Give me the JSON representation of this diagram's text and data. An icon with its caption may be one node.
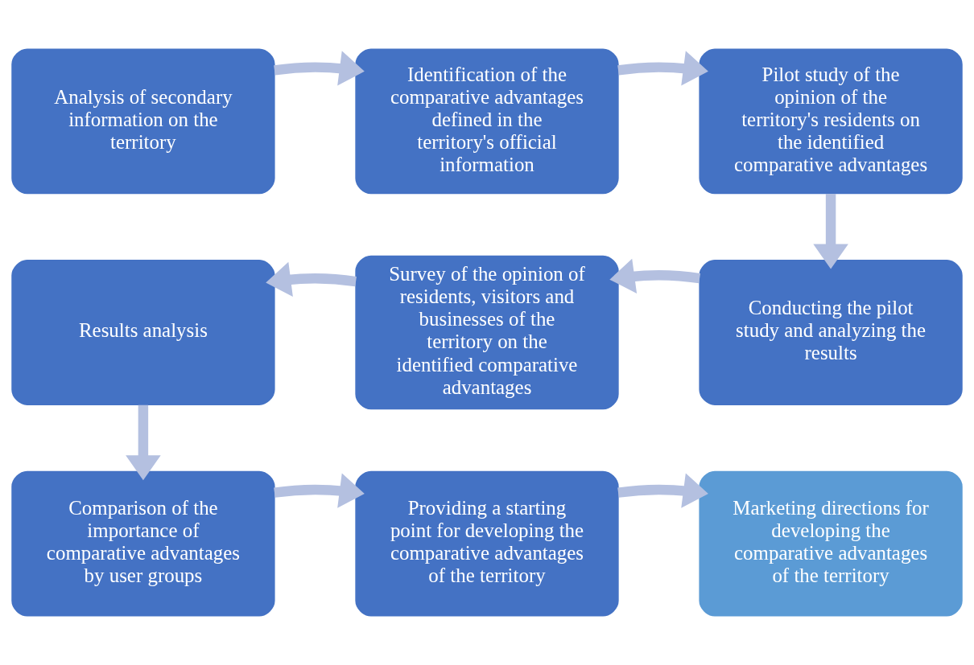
{
  "diagram": {
    "nodes": [
      {
        "text": [
          "Analysis of secondary information on the territory"
        ]
      },
      {
        "text": [
          "Identification of the comparative advantages defined in the territory's official information"
        ]
      },
      {
        "text": [
          "Pilot study of the opinion of the territory's residents on the identified comparative advantages"
        ]
      },
      {
        "text": [
          "Results analysis"
        ]
      },
      {
        "text": [
          "Survey of the opinion of residents, visitors and businesses of the territory on the identified comparative advantages"
        ]
      },
      {
        "text": [
          "Conducting the pilot study and analyzing the results"
        ]
      },
      {
        "text": [
          "Comparison of the importance of comparative advantages by user groups"
        ]
      },
      {
        "text": [
          "Providing a starting point for developing the comparative advantages of the territory"
        ]
      },
      {
        "text": [
          "Marketing directions for developing the comparative advantages of the territory"
        ]
      }
    ],
    "edges": [
      {
        "from": 0,
        "to": 1,
        "arrow": "to"
      },
      {
        "from": 1,
        "to": 2,
        "arrow": "to"
      },
      {
        "from": 2,
        "to": 5,
        "arrow": "to"
      },
      {
        "from": 5,
        "to": 4,
        "arrow": "to"
      },
      {
        "from": 4,
        "to": 3,
        "arrow": "to"
      },
      {
        "from": 3,
        "to": 6,
        "arrow": "to"
      },
      {
        "from": 6,
        "to": 7,
        "arrow": "to"
      },
      {
        "from": 7,
        "to": 8,
        "arrow": "to"
      }
    ]
  }
}
